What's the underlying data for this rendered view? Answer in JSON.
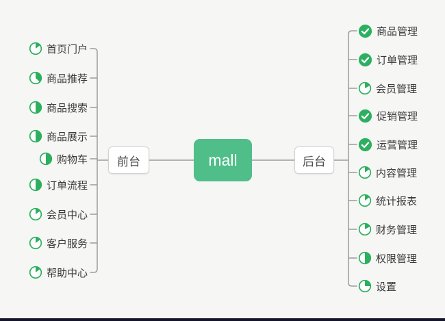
{
  "root": {
    "label": "mall"
  },
  "branches": [
    {
      "label": "前台",
      "side": "left",
      "children": [
        {
          "label": "首页门户",
          "icon": {
            "name": "progress-pie-icon",
            "type": "pie",
            "percent": 15
          }
        },
        {
          "label": "商品推荐",
          "icon": {
            "name": "progress-pie-icon",
            "type": "pie",
            "percent": 37
          }
        },
        {
          "label": "商品搜索",
          "icon": {
            "name": "progress-pie-icon",
            "type": "pie",
            "percent": 50
          }
        },
        {
          "label": "商品展示",
          "icon": {
            "name": "progress-pie-icon",
            "type": "pie",
            "percent": 50
          }
        },
        {
          "label": "购物车",
          "icon": {
            "name": "progress-pie-icon",
            "type": "pie",
            "percent": 50
          }
        },
        {
          "label": "订单流程",
          "icon": {
            "name": "progress-pie-icon",
            "type": "pie",
            "percent": 50
          }
        },
        {
          "label": "会员中心",
          "icon": {
            "name": "progress-pie-icon",
            "type": "pie",
            "percent": 15
          }
        },
        {
          "label": "客户服务",
          "icon": {
            "name": "progress-pie-icon",
            "type": "pie",
            "percent": 15
          }
        },
        {
          "label": "帮助中心",
          "icon": {
            "name": "progress-pie-icon",
            "type": "pie",
            "percent": 15
          }
        }
      ]
    },
    {
      "label": "后台",
      "side": "right",
      "children": [
        {
          "label": "商品管理",
          "icon": {
            "name": "check-circle-icon",
            "type": "check"
          }
        },
        {
          "label": "订单管理",
          "icon": {
            "name": "check-circle-icon",
            "type": "check"
          }
        },
        {
          "label": "会员管理",
          "icon": {
            "name": "progress-pie-icon",
            "type": "pie",
            "percent": 17
          }
        },
        {
          "label": "促销管理",
          "icon": {
            "name": "check-circle-icon",
            "type": "check"
          }
        },
        {
          "label": "运营管理",
          "icon": {
            "name": "check-circle-icon",
            "type": "check"
          }
        },
        {
          "label": "内容管理",
          "icon": {
            "name": "progress-pie-icon",
            "type": "pie",
            "percent": 15
          }
        },
        {
          "label": "统计报表",
          "icon": {
            "name": "progress-pie-icon",
            "type": "pie",
            "percent": 15
          }
        },
        {
          "label": "财务管理",
          "icon": {
            "name": "progress-pie-icon",
            "type": "pie",
            "percent": 17
          }
        },
        {
          "label": "权限管理",
          "icon": {
            "name": "progress-pie-icon",
            "type": "pie",
            "percent": 50
          }
        },
        {
          "label": "设置",
          "icon": {
            "name": "progress-pie-icon",
            "type": "pie",
            "percent": 25
          }
        }
      ]
    }
  ],
  "colors": {
    "root_green": "#4fbe88",
    "icon_green": "#2cb05f",
    "line_gray": "#9c9c9c",
    "background": "#f6f6f5",
    "bottom_bar": "#14142a",
    "label_text": "#3a3a3a"
  }
}
